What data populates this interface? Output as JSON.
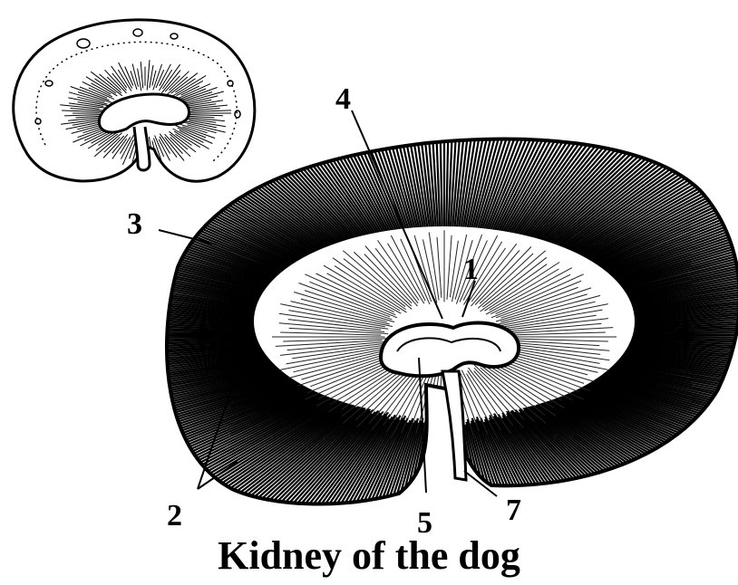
{
  "figure": {
    "caption": "Kidney of the dog",
    "labels": {
      "l1": "1",
      "l2": "2",
      "l3": "3",
      "l4": "4",
      "l5": "5",
      "l7": "7"
    }
  }
}
